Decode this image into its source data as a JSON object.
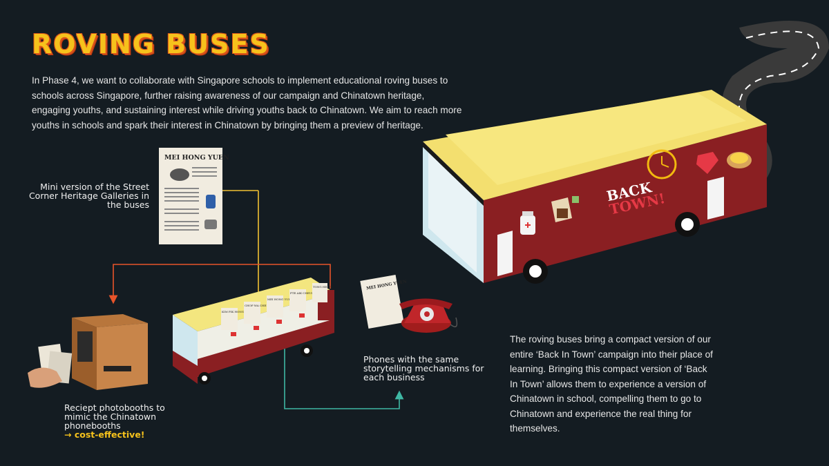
{
  "header": {
    "title": "ROVING BUSES"
  },
  "intro_text": "In Phase 4, we want to collaborate with Singapore schools to implement educational roving buses to schools across Singapore, further raising awareness of our campaign and Chinatown heritage, engaging youths, and sustaining interest while driving youths back to Chinatown. We aim to reach more youths in schools and spark their interest in Chinatown by bringing them a preview of heritage.",
  "labels": {
    "mini_gallery": "Mini version of the Street Corner Heritage Galleries in the buses",
    "phones": "Phones with the same storytelling mechanisms for each business",
    "receipt": "Reciept photobooths to mimic the Chinatown phonebooths",
    "cost_effective": "→ cost-effective!"
  },
  "closing_text": "The roving buses bring a compact version of our entire ‘Back In Town’ campaign into their place of learning. Bringing this compact version of ‘Back In Town’ allows them to experience a version of Chinatown in school, compelling them to go to Chinatown and experience the real thing for themselves.",
  "poster": {
    "heading": "MEI HONG YUEN"
  },
  "bus_logo": {
    "line1": "BACK",
    "line2": "TOWN!"
  },
  "mini_bus_panels": [
    "KIM PIK HONG",
    "CHOP WA CHEN",
    "MEI HONG YUEN",
    "PTE AIK CHEUK",
    "TONG HENG"
  ],
  "colors": {
    "title": "#f6c21c",
    "bus_body": "#8a1f22",
    "bus_roof": "#f3df6f",
    "arrow_orange": "#e8542a",
    "arrow_yellow": "#f2c233",
    "arrow_teal": "#3fb8a4"
  }
}
